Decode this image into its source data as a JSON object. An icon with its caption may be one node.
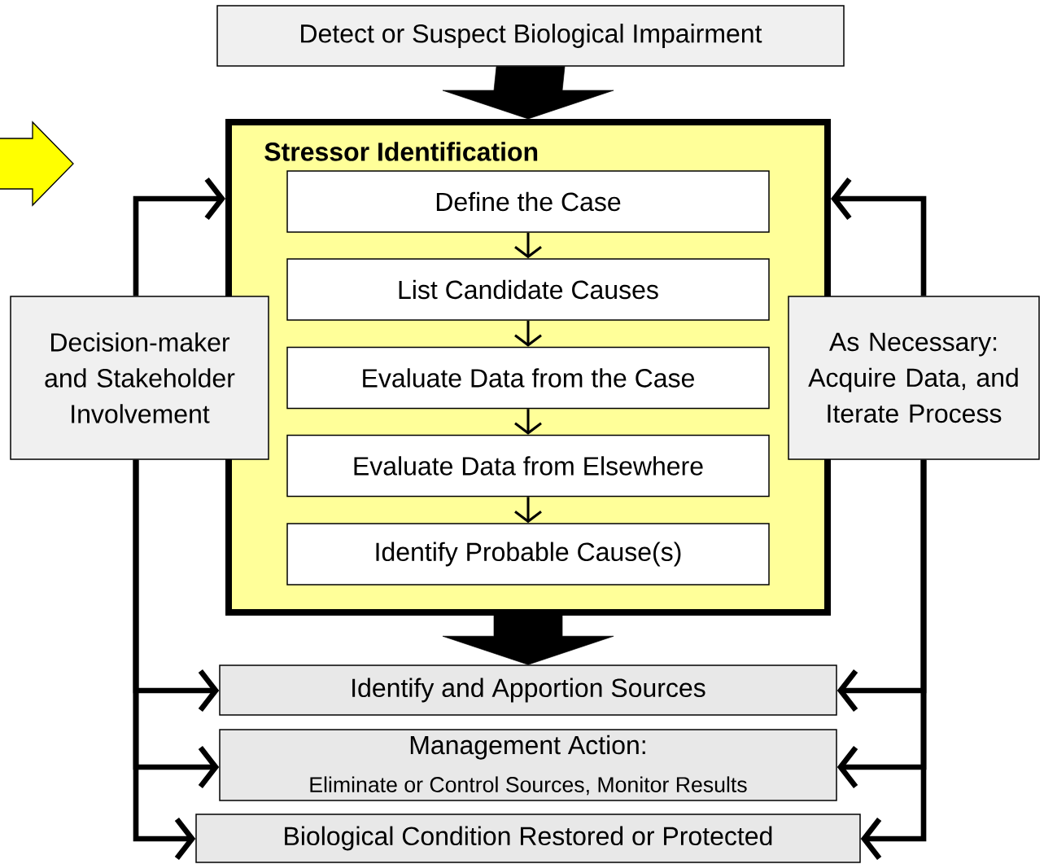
{
  "diagram": {
    "nodes": [
      {
        "text": [
          "Detect or Suspect Biological Impairment"
        ]
      },
      {
        "text": [
          "Stressor Identification"
        ]
      },
      {
        "text": [
          "Define the Case"
        ],
        "in": 1
      },
      {
        "text": [
          "List Candidate Causes"
        ],
        "in": 1
      },
      {
        "text": [
          "Evaluate Data from the Case"
        ],
        "in": 1
      },
      {
        "text": [
          "Evaluate Data from Elsewhere"
        ],
        "in": 1
      },
      {
        "text": [
          "Identify Probable Cause(s)"
        ],
        "in": 1
      },
      {
        "text": [
          "Decision-maker and Stakeholder Involvement"
        ]
      },
      {
        "text": [
          "As Necessary: Acquire Data, and Iterate Process"
        ]
      },
      {
        "text": [
          "Identify and Apportion Sources"
        ]
      },
      {
        "text": [
          "Management Action:",
          "Eliminate or Control Sources, Monitor Results"
        ]
      },
      {
        "text": [
          "Biological Condition Restored or Protected"
        ]
      }
    ],
    "edges": [
      {
        "from": 0,
        "to": 1,
        "arrow": "to",
        "style": "thick"
      },
      {
        "from": 2,
        "to": 3,
        "arrow": "to"
      },
      {
        "from": 3,
        "to": 4,
        "arrow": "to"
      },
      {
        "from": 4,
        "to": 5,
        "arrow": "to"
      },
      {
        "from": 5,
        "to": 6,
        "arrow": "to"
      },
      {
        "from": 1,
        "to": 9,
        "arrow": "to",
        "style": "thick"
      },
      {
        "from": 7,
        "to": 1,
        "arrow": "to"
      },
      {
        "from": 7,
        "to": 9,
        "arrow": "to"
      },
      {
        "from": 7,
        "to": 10,
        "arrow": "to"
      },
      {
        "from": 7,
        "to": 11,
        "arrow": "to"
      },
      {
        "from": 8,
        "to": 1,
        "arrow": "to"
      },
      {
        "from": 8,
        "to": 9,
        "arrow": "to"
      },
      {
        "from": 8,
        "to": 10,
        "arrow": "to"
      },
      {
        "from": 8,
        "to": 11,
        "arrow": "to"
      }
    ]
  }
}
